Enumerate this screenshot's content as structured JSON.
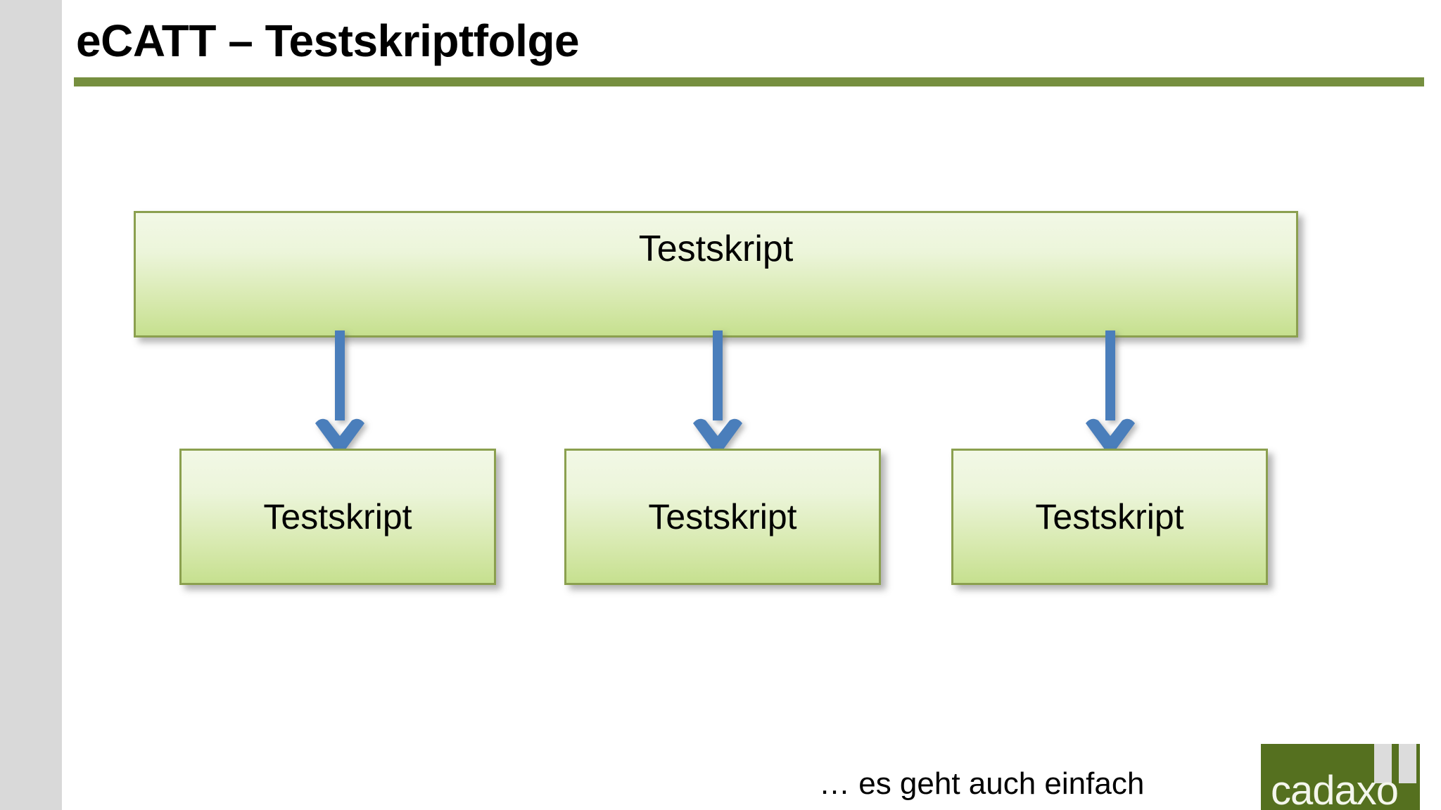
{
  "slide": {
    "title": "eCATT – Testskriptfolge",
    "background_color": "#ffffff",
    "sidebar_color": "#d9d9d9",
    "accent_color": "#768f3f"
  },
  "diagram": {
    "parent": {
      "label": "Testskript"
    },
    "children": [
      {
        "label": "Testskript"
      },
      {
        "label": "Testskript"
      },
      {
        "label": "Testskript"
      }
    ],
    "connectors": [
      {
        "name": "arrow-down-icon",
        "color": "#4a7ebb"
      },
      {
        "name": "arrow-down-icon",
        "color": "#4a7ebb"
      },
      {
        "name": "arrow-down-icon",
        "color": "#4a7ebb"
      }
    ],
    "box_border_color": "#8ba04f",
    "box_fill_top": "#f2f8e6",
    "box_fill_bottom": "#c6e08f"
  },
  "footer": {
    "caption": "… es geht auch einfach"
  },
  "logo": {
    "text": "cadaxo",
    "background_color": "#55701f",
    "bar_color": "#dcdcdc"
  }
}
